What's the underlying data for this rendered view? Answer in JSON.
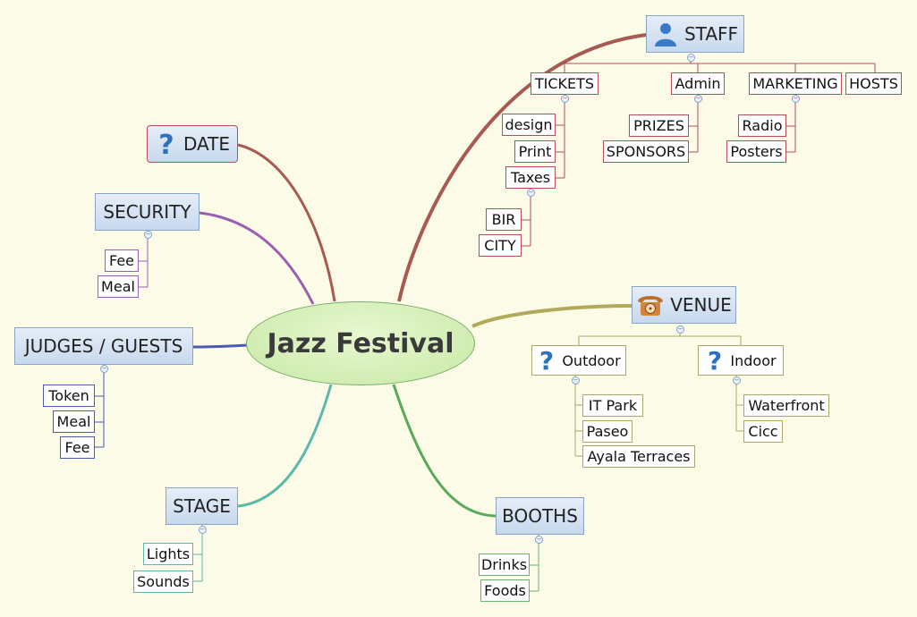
{
  "central": {
    "title": "Jazz Festival"
  },
  "branches": {
    "staff": {
      "label": "STAFF",
      "icon": "person-icon",
      "children": {
        "tickets": {
          "label": "TICKETS",
          "items": [
            "design",
            "Print",
            "Taxes"
          ]
        },
        "taxes_items": [
          "BIR",
          "CITY"
        ],
        "admin": {
          "label": "Admin",
          "items": [
            "PRIZES",
            "SPONSORS"
          ]
        },
        "marketing": {
          "label": "MARKETING",
          "items": [
            "Radio",
            "Posters"
          ]
        },
        "hosts": {
          "label": "HOSTS"
        }
      }
    },
    "date": {
      "label": "DATE",
      "icon": "question-icon"
    },
    "security": {
      "label": "SECURITY",
      "items": [
        "Fee",
        "Meal"
      ]
    },
    "judges": {
      "label": "JUDGES / GUESTS",
      "items": [
        "Token",
        "Meal",
        "Fee"
      ]
    },
    "stage": {
      "label": "STAGE",
      "items": [
        "Lights",
        "Sounds"
      ]
    },
    "venue": {
      "label": "VENUE",
      "icon": "telephone-icon",
      "outdoor": {
        "label": "Outdoor",
        "icon": "question-icon",
        "items": [
          "IT Park",
          "Paseo",
          "Ayala Terraces"
        ]
      },
      "indoor": {
        "label": "Indoor",
        "icon": "question-icon",
        "items": [
          "Waterfront",
          "Cicc"
        ]
      }
    },
    "booths": {
      "label": "BOOTHS",
      "items": [
        "Drinks",
        "Foods"
      ]
    }
  },
  "colors": {
    "staff": "#a85a52",
    "date": "#a85a52",
    "security": "#9b5fb0",
    "judges": "#4a5ab0",
    "stage": "#5cb8a8",
    "venue": "#b0aa5a",
    "booths": "#5aa85a",
    "background": "#fbfbe8"
  }
}
